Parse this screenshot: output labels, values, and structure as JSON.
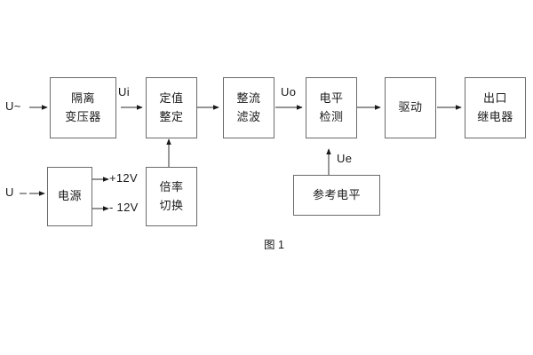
{
  "figure": {
    "caption": "图 1",
    "stroke_color": "#6b6b6b",
    "text_color": "#1a1a1a",
    "background": "#ffffff"
  },
  "signal_chain": {
    "input_label": "U~",
    "blocks": [
      {
        "id": "isolation-transformer",
        "lines": [
          "隔离",
          "变压器"
        ]
      },
      {
        "id": "setting-value",
        "lines": [
          "定值",
          "整定"
        ]
      },
      {
        "id": "rectify-filter",
        "lines": [
          "整流",
          "滤波"
        ]
      },
      {
        "id": "level-detect",
        "lines": [
          "电平",
          "检测"
        ]
      },
      {
        "id": "drive",
        "lines": [
          "驱动"
        ]
      },
      {
        "id": "output-relay",
        "lines": [
          "出口",
          "继电器"
        ]
      }
    ],
    "signal_labels": {
      "ui": "Ui",
      "uo": "Uo",
      "ue": "Ue"
    }
  },
  "power_section": {
    "input_label": "U",
    "blocks": [
      {
        "id": "power-supply",
        "lines": [
          "电源"
        ]
      },
      {
        "id": "range-switch",
        "lines": [
          "倍率",
          "切换"
        ]
      }
    ],
    "rail_labels": {
      "positive": "+12V",
      "negative": "- 12V"
    }
  },
  "reference_section": {
    "blocks": [
      {
        "id": "reference-level",
        "lines": [
          "参考电平"
        ]
      }
    ]
  }
}
